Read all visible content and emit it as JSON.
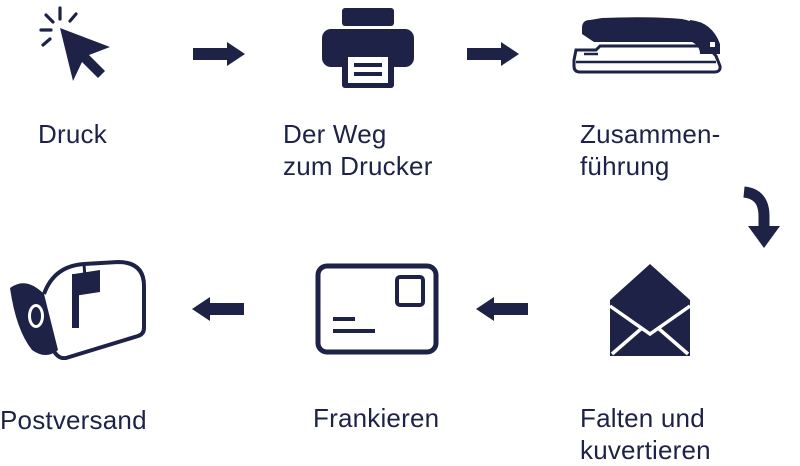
{
  "colors": {
    "ink": "#1e2246",
    "background": "#ffffff"
  },
  "steps": [
    {
      "label": "Druck",
      "icon": "cursor-click-icon"
    },
    {
      "label": "Der Weg\nzum Drucker",
      "icon": "printer-icon"
    },
    {
      "label": "Zusammen-\nführung",
      "icon": "stapler-icon"
    },
    {
      "label": "Falten und\nkuvertieren",
      "icon": "envelope-icon"
    },
    {
      "label": "Frankieren",
      "icon": "postcard-icon"
    },
    {
      "label": "Postversand",
      "icon": "mailbox-icon"
    }
  ],
  "arrows": [
    {
      "from": "Druck",
      "to": "Der Weg zum Drucker",
      "direction": "right"
    },
    {
      "from": "Der Weg zum Drucker",
      "to": "Zusammenführung",
      "direction": "right"
    },
    {
      "from": "Zusammenführung",
      "to": "Falten und kuvertieren",
      "direction": "down"
    },
    {
      "from": "Falten und kuvertieren",
      "to": "Frankieren",
      "direction": "left"
    },
    {
      "from": "Frankieren",
      "to": "Postversand",
      "direction": "left"
    }
  ]
}
